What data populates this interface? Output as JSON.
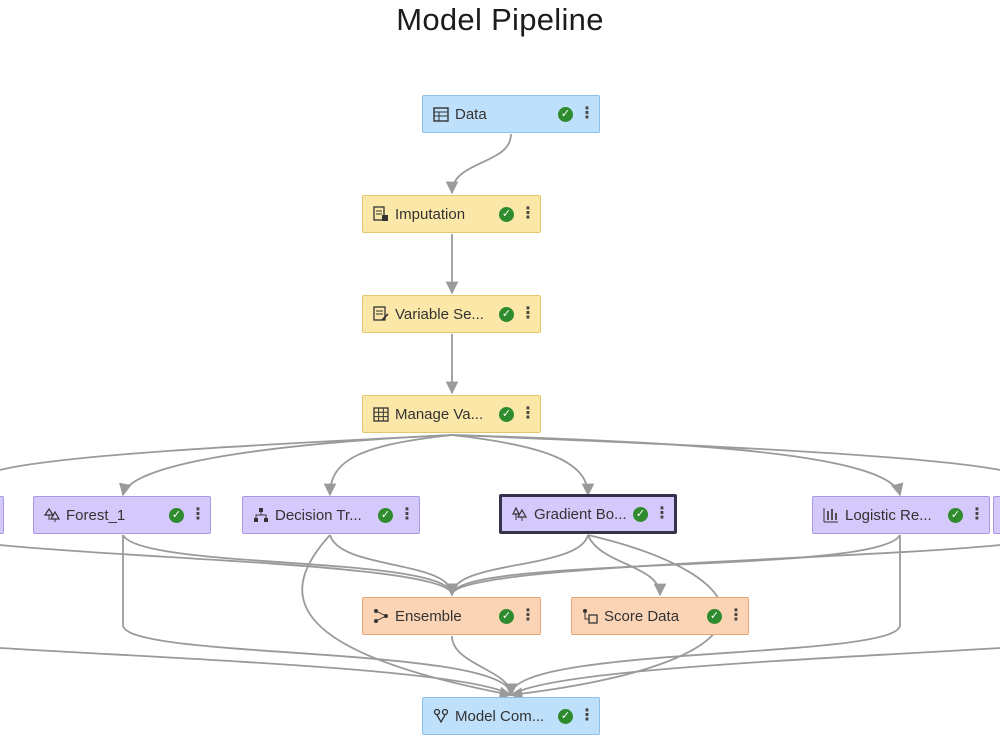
{
  "diagram": {
    "title": "Model Pipeline",
    "nodes": [
      {
        "id": "data",
        "label": "Data",
        "color": "#bfe0fb",
        "icon": "table-icon",
        "status": "complete"
      },
      {
        "id": "imputation",
        "label": "Imputation",
        "color": "#fbe8a8",
        "icon": "imputation-icon",
        "status": "complete"
      },
      {
        "id": "variable_selection",
        "label": "Variable Se...",
        "color": "#fbe8a8",
        "icon": "variable-selection-icon",
        "status": "complete"
      },
      {
        "id": "manage_variables",
        "label": "Manage Va...",
        "color": "#fbe8a8",
        "icon": "grid-icon",
        "status": "complete"
      },
      {
        "id": "forest",
        "label": "Forest_1",
        "color": "#d5c8fb",
        "icon": "forest-icon",
        "status": "complete"
      },
      {
        "id": "decision_tree",
        "label": "Decision Tr...",
        "color": "#d5c8fb",
        "icon": "decision-tree-icon",
        "status": "complete"
      },
      {
        "id": "gradient_boosting",
        "label": "Gradient Bo...",
        "color": "#d5c8fb",
        "icon": "gradient-boosting-icon",
        "status": "complete",
        "selected": true
      },
      {
        "id": "logistic_regression",
        "label": "Logistic Re...",
        "color": "#d5c8fb",
        "icon": "logistic-regression-icon",
        "status": "complete"
      },
      {
        "id": "ensemble",
        "label": "Ensemble",
        "color": "#fbd4b6",
        "icon": "ensemble-icon",
        "status": "complete"
      },
      {
        "id": "score_data",
        "label": "Score Data",
        "color": "#fbd4b6",
        "icon": "score-data-icon",
        "status": "complete"
      },
      {
        "id": "model_comparison",
        "label": "Model Com...",
        "color": "#bfe0fb",
        "icon": "model-comparison-icon",
        "status": "complete"
      }
    ],
    "edges": [
      [
        "data",
        "imputation"
      ],
      [
        "imputation",
        "variable_selection"
      ],
      [
        "variable_selection",
        "manage_variables"
      ],
      [
        "manage_variables",
        "forest"
      ],
      [
        "manage_variables",
        "decision_tree"
      ],
      [
        "manage_variables",
        "gradient_boosting"
      ],
      [
        "manage_variables",
        "logistic_regression"
      ],
      [
        "forest",
        "ensemble"
      ],
      [
        "decision_tree",
        "ensemble"
      ],
      [
        "gradient_boosting",
        "ensemble"
      ],
      [
        "logistic_regression",
        "ensemble"
      ],
      [
        "gradient_boosting",
        "score_data"
      ],
      [
        "forest",
        "model_comparison"
      ],
      [
        "decision_tree",
        "model_comparison"
      ],
      [
        "gradient_boosting",
        "model_comparison"
      ],
      [
        "logistic_regression",
        "model_comparison"
      ],
      [
        "ensemble",
        "model_comparison"
      ]
    ],
    "edge_color": "#9a9a9a"
  }
}
